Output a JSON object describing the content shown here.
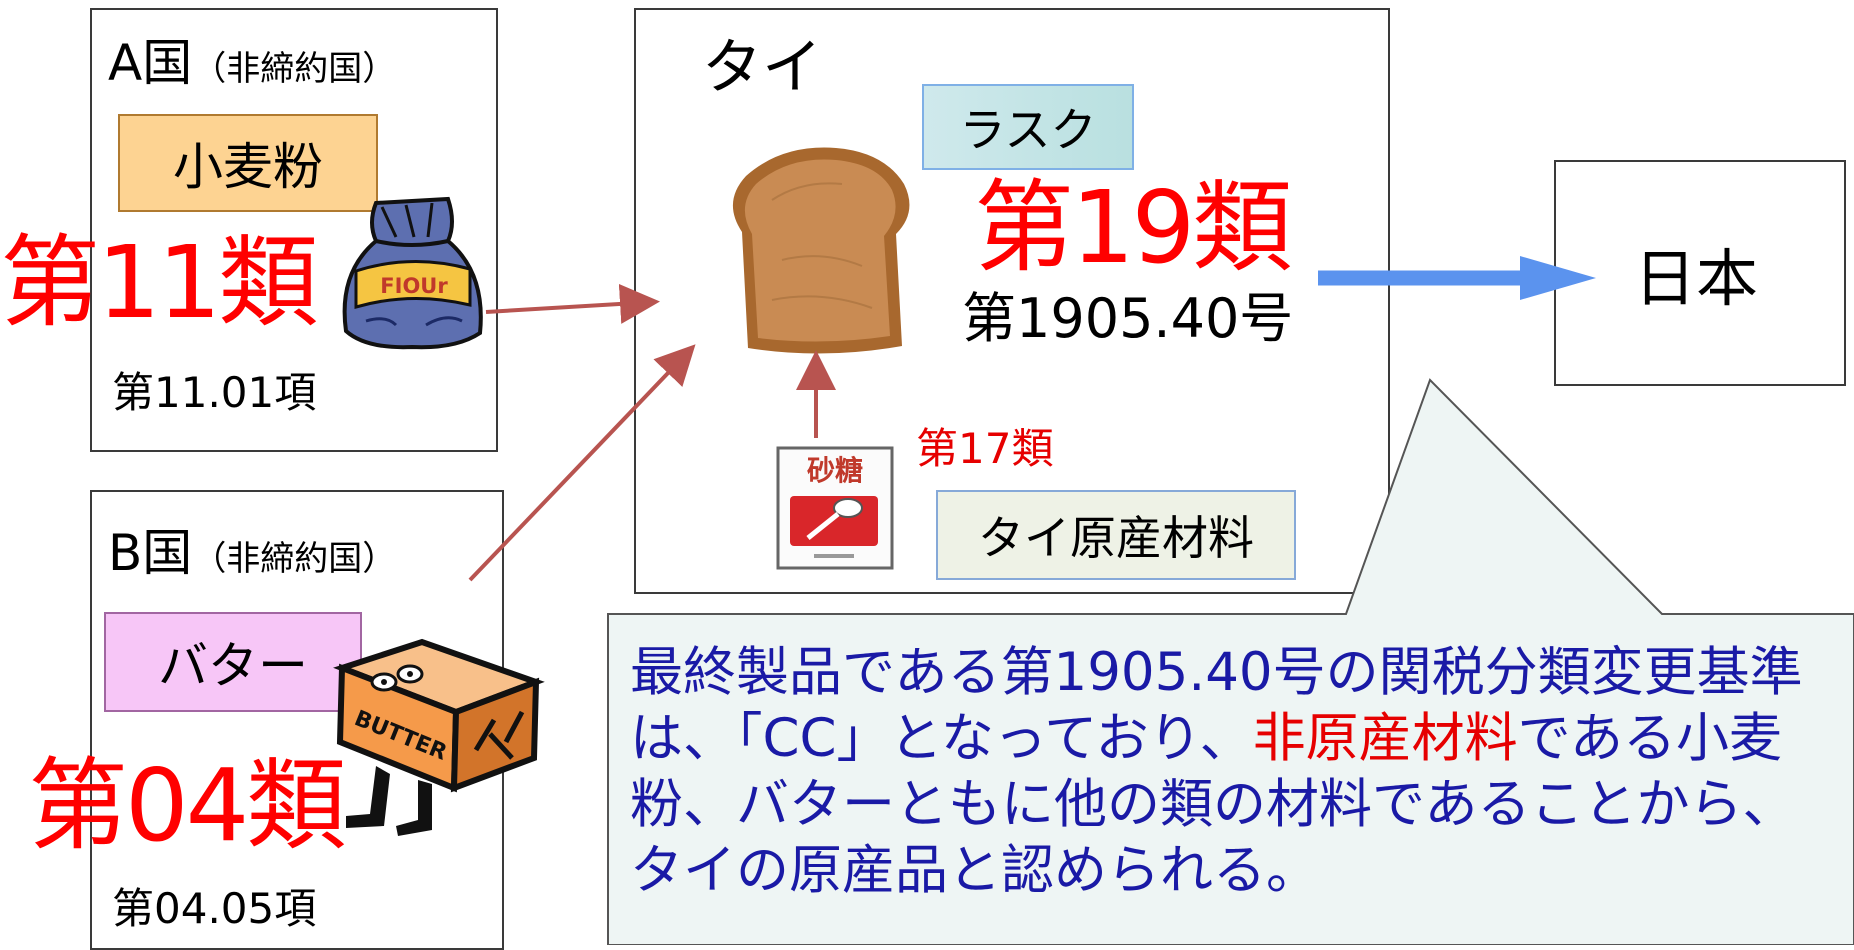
{
  "country_a": {
    "name": "A国",
    "status": "（非締約国）",
    "material": "小麦粉",
    "chapter": "第11類",
    "heading": "第11.01項"
  },
  "country_b": {
    "name": "B国",
    "status": "（非締約国）",
    "material": "バター",
    "chapter": "第04類",
    "heading": "第04.05項"
  },
  "thailand": {
    "name": "タイ",
    "product": "ラスク",
    "chapter": "第19類",
    "subheading": "第1905.40号",
    "sugar_chapter": "第17類",
    "local_material": "タイ原産材料",
    "sugar_pack_text": "砂糖"
  },
  "destination": {
    "name": "日本"
  },
  "illustrations": {
    "flour_sack_label": "FIOUr",
    "butter_label": "BUTTER"
  },
  "callout": {
    "part1": "最終製品である第1905.40号の関税分類変更基準は、「CC」となっており、",
    "highlight": "非原産材料",
    "part2": "である小麦粉、バターともに他の類の材料であることから、タイの原産品と認められる。"
  },
  "colors": {
    "chapter_red": "#ff0000",
    "callout_text": "#1a1aa6",
    "callout_bg": "#eef5f4",
    "arrow_red": "#b85450",
    "arrow_blue": "#5b93ee",
    "flour_chip": "#fdd392",
    "butter_chip": "#f7c6f7",
    "rusk_chip": "#cfe9ec",
    "local_chip": "#eef2e6"
  }
}
